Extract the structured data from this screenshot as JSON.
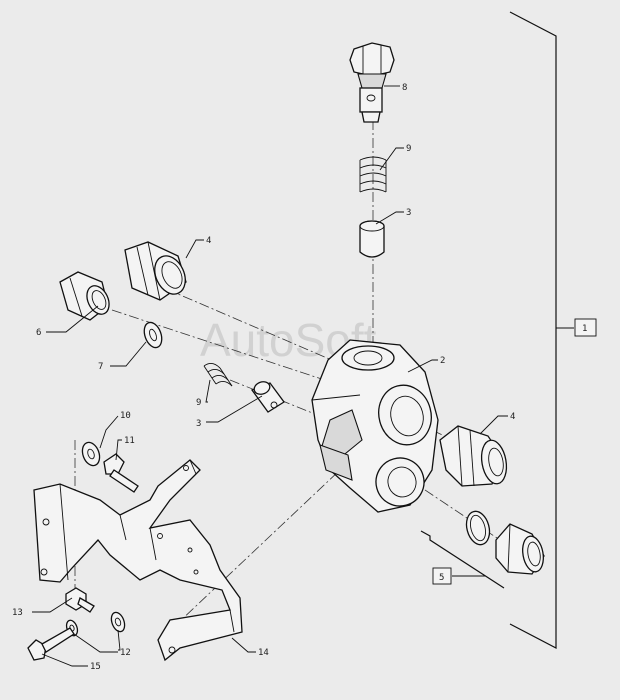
{
  "watermark": "AutoSoft",
  "callouts": {
    "c1": "1",
    "c2": "2",
    "c3a": "3",
    "c3b": "3",
    "c4a": "4",
    "c4b": "4",
    "c5": "5",
    "c6": "6",
    "c7": "7",
    "c8": "8",
    "c9a": "9",
    "c9b": "9",
    "c10": "10",
    "c11": "11",
    "c12": "12",
    "c13": "13",
    "c14": "14",
    "c15": "15"
  }
}
